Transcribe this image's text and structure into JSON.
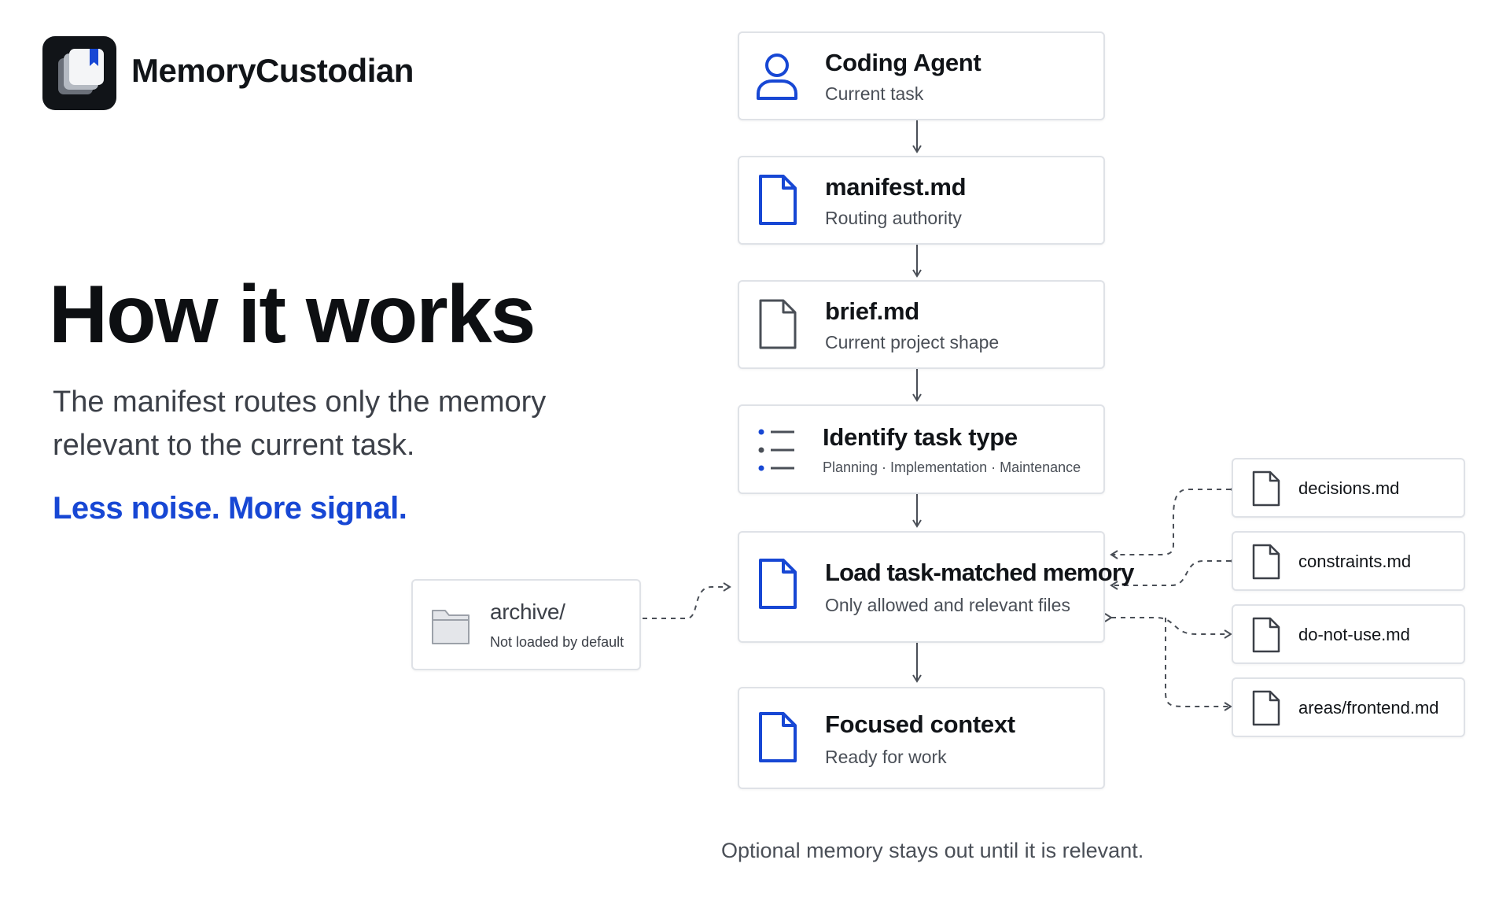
{
  "brand": {
    "name": "MemoryCustodian",
    "logo_icon": "book-stack-icon"
  },
  "hero": {
    "headline": "How it works",
    "subtitle": "The manifest routes only the memory relevant to the current task.",
    "tagline": "Less noise. More signal."
  },
  "flow": {
    "steps": [
      {
        "title": "Coding Agent",
        "desc": "Current task",
        "icon": "user-icon"
      },
      {
        "title": "manifest.md",
        "desc": "Routing authority",
        "icon": "document-icon"
      },
      {
        "title": "brief.md",
        "desc": "Current project shape",
        "icon": "document-outline-icon"
      },
      {
        "title": "Identify task type",
        "desc": "Planning · Implementation · Maintenance",
        "icon": "list-icon"
      },
      {
        "title": "Load task-matched memory",
        "desc": "Only allowed and relevant files",
        "icon": "document-icon"
      },
      {
        "title": "Focused context",
        "desc": "Ready for work",
        "icon": "document-icon"
      }
    ],
    "archive": {
      "title": "archive/",
      "desc": "Not loaded by default",
      "icon": "folder-icon"
    },
    "files": [
      {
        "name": "decisions.md",
        "icon": "file-icon"
      },
      {
        "name": "constraints.md",
        "icon": "file-icon"
      },
      {
        "name": "do-not-use.md",
        "icon": "file-icon"
      },
      {
        "name": "areas/frontend.md",
        "icon": "file-icon"
      }
    ]
  },
  "footnote": "Optional memory stays out until it is relevant.",
  "colors": {
    "accent": "#1747d4",
    "text": "#111418",
    "muted": "#4a4f57",
    "border": "#dfe2e7",
    "logo_bg": "#111418"
  }
}
